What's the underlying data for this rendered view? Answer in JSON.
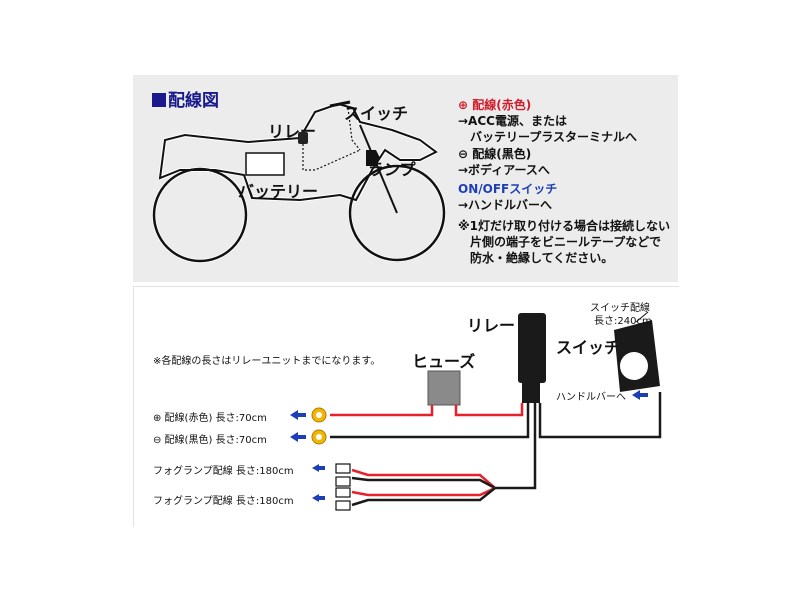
{
  "top": {
    "title": "配線図",
    "bike_labels": {
      "relay": "リレー",
      "switch": "スイッチ",
      "battery": "バッテリー",
      "lamp": "ランプ"
    },
    "legend": {
      "positive_title": "⊕ 配線(赤色)",
      "positive_desc1": "→ACC電源、または",
      "positive_desc2": "バッテリープラスターミナルへ",
      "negative_title": "⊖ 配線(黒色)",
      "negative_desc": "→ボディアースへ",
      "onoff_title": "ON/OFFスイッチ",
      "onoff_desc": "→ハンドルバーへ",
      "note1": "※1灯だけ取り付ける場合は接続しない",
      "note2": "片側の端子をビニールテープなどで",
      "note3": "防水・絶縁してください。"
    }
  },
  "bottom": {
    "note": "※各配線の長さはリレーユニットまでになります。",
    "relay": "リレー",
    "fuse": "ヒューズ",
    "switch": "スイッチ",
    "switch_wire1": "スイッチ配線",
    "switch_wire2": "長さ:240cm",
    "handlebar": "ハンドルバーへ",
    "red_wire": "⊕ 配線(赤色)  長さ:70cm",
    "black_wire": "⊖ 配線(黒色)  長さ:70cm",
    "fog1": "フォグランプ配線 長さ:180cm",
    "fog2": "フォグランプ配線 長さ:180cm"
  },
  "colors": {
    "title_blue": "#1a1a8c",
    "accent_red": "#d11c2c",
    "accent_blue": "#1d3fb5",
    "wire_red": "#e8202a",
    "wire_black": "#1a1a1a",
    "terminal_gold": "#f2b705"
  }
}
